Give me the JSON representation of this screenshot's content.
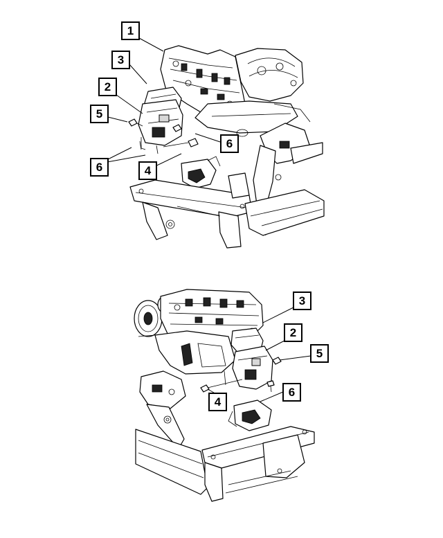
{
  "diagram": {
    "top_view": {
      "callouts": [
        {
          "label": "1"
        },
        {
          "label": "3"
        },
        {
          "label": "2"
        },
        {
          "label": "5"
        },
        {
          "label": "6"
        },
        {
          "label": "6"
        },
        {
          "label": "4"
        }
      ]
    },
    "bottom_view": {
      "callouts": [
        {
          "label": "3"
        },
        {
          "label": "2"
        },
        {
          "label": "5"
        },
        {
          "label": "4"
        },
        {
          "label": "6"
        }
      ]
    }
  }
}
